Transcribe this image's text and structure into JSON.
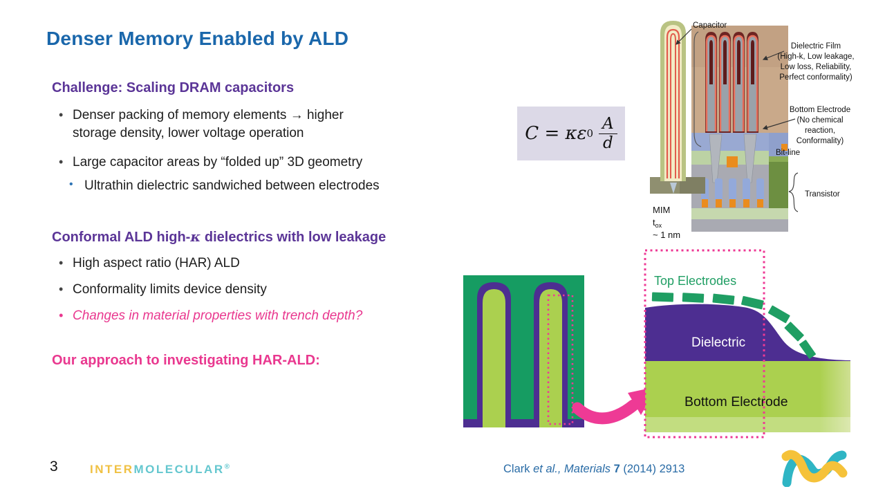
{
  "title": "Denser Memory Enabled by ALD",
  "challenge": {
    "heading": "Challenge: Scaling DRAM capacitors",
    "bullet1": "Denser packing of memory elements → higher\nstorage density, lower voltage operation",
    "bullet2": "Large capacitor areas by “folded up” 3D geometry",
    "sub_bullet": "Ultrathin dielectric sandwiched between electrodes"
  },
  "formula": {
    "lhs": "C",
    "equals": " = ",
    "coeff": "κε",
    "subscript": "0",
    "numerator": "A",
    "denominator": "d"
  },
  "conformal": {
    "heading_pre": "Conformal ALD high-",
    "heading_kappa": "κ",
    "heading_post": " dielectrics with low leakage",
    "bullet1": "High aspect ratio (HAR) ALD",
    "bullet2": "Conformality limits device density",
    "bullet_highlight": "Changes in material properties with trench depth?"
  },
  "approach_heading": "Our approach to investigating HAR-ALD:",
  "fig_dram": {
    "capacitor_label": "Capacitor",
    "dielectric_film_lines": [
      "Dielectric Film",
      "(High-k, Low leakage,",
      "Low loss, Reliability,",
      "Perfect conformality)"
    ],
    "bottom_electrode_lines": [
      "Bottom Electrode",
      "(No chemical",
      "reaction,",
      "Conformality)"
    ],
    "bitline_label": "Bit-line",
    "transistor_label": "Transistor",
    "mim_label": "MIM",
    "tox_base": "t",
    "tox_sub": "ox",
    "tox_value": "~ 1 nm"
  },
  "fig_zoom": {
    "top_electrodes_label": "Top Electrodes",
    "dielectric_label": "Dielectric",
    "bottom_electrode_label": "Bottom Electrode"
  },
  "footer": {
    "page_number": "3",
    "logo_inter": "INTER",
    "logo_molecular": "MOLECULAR",
    "logo_reg": "®",
    "citation_author": "Clark ",
    "citation_etal": "et al., ",
    "citation_journal": "Materials ",
    "citation_volume": "7",
    "citation_rest": " (2014) 2913"
  },
  "colors": {
    "title_blue": "#1a67ab",
    "heading_purple": "#5b3597",
    "accent_pink": "#e9388f",
    "citation_blue": "#2a6ca6",
    "formula_box": "#dcd9e7",
    "trench_green_dark": "#169c62",
    "trench_green_light": "#abd04f",
    "dielectric_violet": "#4d2e91",
    "logo_yellow": "#f0c143",
    "logo_teal": "#64c7cf"
  }
}
